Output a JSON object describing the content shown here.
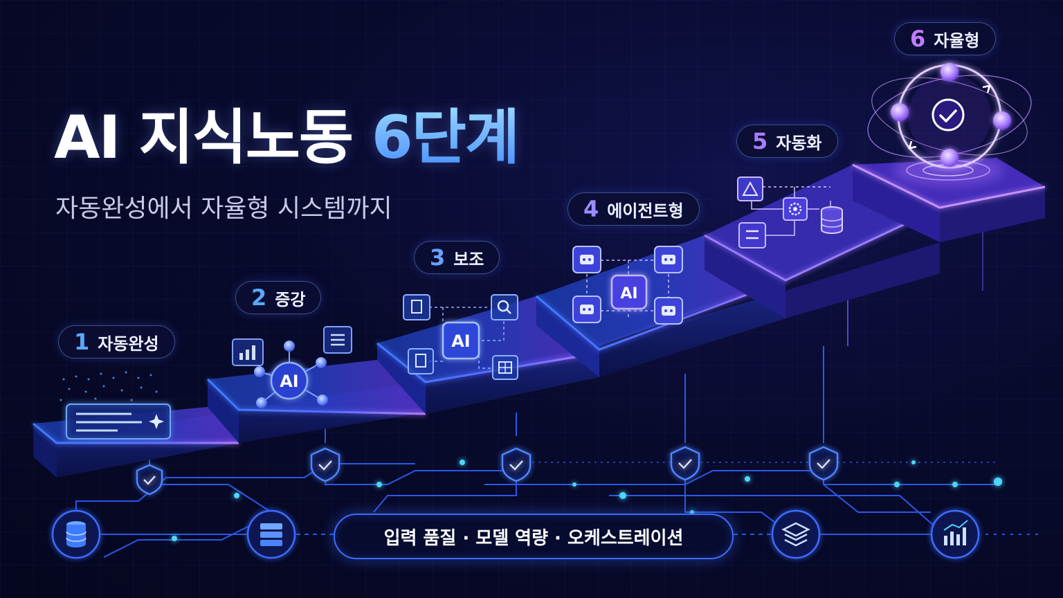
{
  "title": {
    "main": "AI 지식노동 ",
    "accent": "6단계"
  },
  "subtitle": "자동완성에서 자율형 시스템까지",
  "stages": [
    {
      "number": "1",
      "label": "자동완성",
      "color": "#5aa8ff"
    },
    {
      "number": "2",
      "label": "증강",
      "color": "#5aa8ff"
    },
    {
      "number": "3",
      "label": "보조",
      "color": "#6aa0ff"
    },
    {
      "number": "4",
      "label": "에이전트형",
      "color": "#9b8cff"
    },
    {
      "number": "5",
      "label": "자동화",
      "color": "#a97dff"
    },
    {
      "number": "6",
      "label": "자율형",
      "color": "#c07bff"
    }
  ],
  "icons": {
    "stage2_center": "AI",
    "stage3_center": "AI",
    "stage4_center": "AI"
  },
  "bottom_label": "입력 품질  ·  모델 역량  ·  오케스트레이션",
  "colors": {
    "background": "#070a2a",
    "blue_glow": "#3d6cff",
    "cyan": "#4fd6ff",
    "purple_glow": "#a06bff"
  }
}
